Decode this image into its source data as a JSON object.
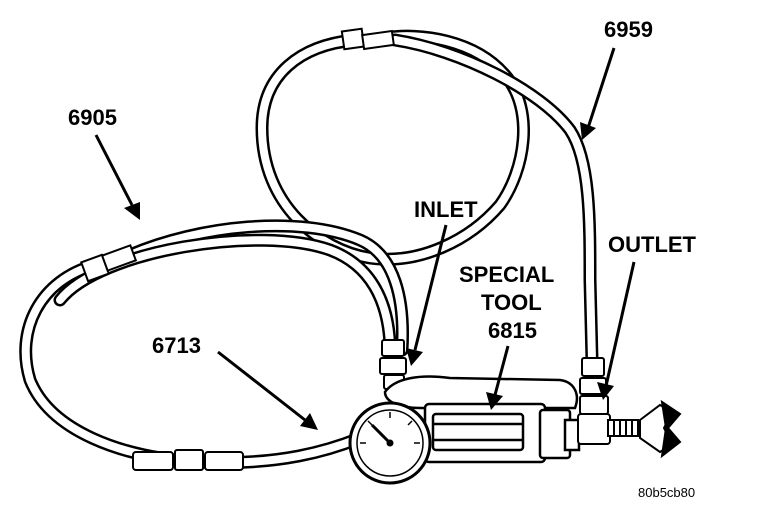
{
  "labels": {
    "hose_6905": "6905",
    "hose_6959": "6959",
    "inlet": "INLET",
    "special_tool_line1": "SPECIAL",
    "special_tool_line2": "TOOL",
    "special_tool_number": "6815",
    "outlet": "OUTLET",
    "hose_6713": "6713",
    "figure_code": "80b5cb80"
  },
  "colors": {
    "ink": "#000000",
    "paper": "#ffffff"
  }
}
